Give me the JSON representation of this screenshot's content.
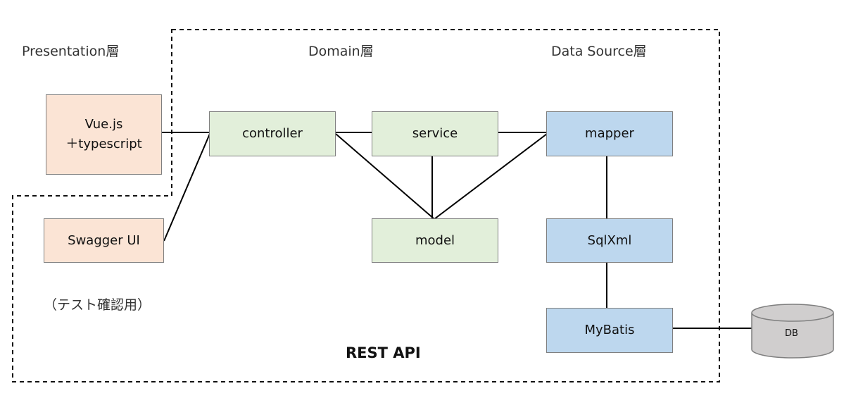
{
  "layers": {
    "presentation": "Presentation層",
    "domain": "Domain層",
    "data_source": "Data Source層"
  },
  "presentation": {
    "vue_line1": "Vue.js",
    "vue_line2": "＋typescript",
    "swagger": "Swagger UI",
    "swagger_note": "（テスト確認用）"
  },
  "domain": {
    "controller": "controller",
    "service": "service",
    "model": "model"
  },
  "data_source": {
    "mapper": "mapper",
    "sqlxml": "SqlXml",
    "mybatis": "MyBatis"
  },
  "rest_api_label": "REST API",
  "database": "DB",
  "colors": {
    "presentation_fill": "#fbe4d5",
    "domain_fill": "#e2efda",
    "data_source_fill": "#bdd7ee",
    "database_fill": "#d0cece"
  }
}
